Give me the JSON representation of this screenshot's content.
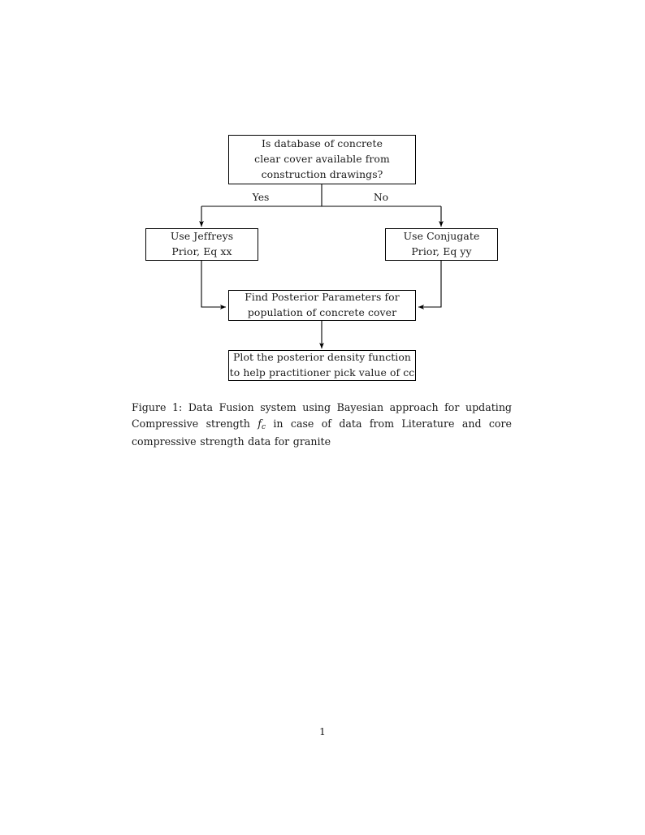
{
  "document": {
    "page_number": "1",
    "background_color": "#ffffff",
    "text_color": "#1a1a1a",
    "line_color": "#000000"
  },
  "figure": {
    "type": "flowchart",
    "nodes": [
      {
        "id": "question",
        "shape": "rectangle",
        "lines": [
          "Is database of concrete",
          "clear cover available from",
          "construction drawings?"
        ]
      },
      {
        "id": "jeffreys",
        "shape": "rectangle",
        "lines": [
          "Use Jeffreys",
          "Prior, Eq xx"
        ]
      },
      {
        "id": "conjugate",
        "shape": "rectangle",
        "lines": [
          "Use Conjugate",
          "Prior, Eq yy"
        ]
      },
      {
        "id": "posterior",
        "shape": "rectangle",
        "lines": [
          "Find Posterior Parameters for",
          "population of concrete cover"
        ]
      },
      {
        "id": "plot",
        "shape": "rectangle",
        "lines": [
          "Plot the posterior density function",
          "to help practitioner pick value of cc"
        ]
      }
    ],
    "edges": [
      {
        "from": "question",
        "to": "jeffreys",
        "label": "Yes"
      },
      {
        "from": "question",
        "to": "conjugate",
        "label": "No"
      },
      {
        "from": "jeffreys",
        "to": "posterior",
        "label": ""
      },
      {
        "from": "conjugate",
        "to": "posterior",
        "label": ""
      },
      {
        "from": "posterior",
        "to": "plot",
        "label": ""
      }
    ],
    "edge_labels": {
      "yes": "Yes",
      "no": "No"
    }
  },
  "caption": {
    "label": "Figure 1:",
    "text_before_math": " Data Fusion system using Bayesian approach for updating Compressive strength ",
    "math_base": "f",
    "math_subscript": "c",
    "text_after_math": " in case of data from Literature and core compressive strength data for granite",
    "full_text": "Figure 1: Data Fusion system using Bayesian approach for updating Compressive strength fc in case of data from Literature and core compressive strength data for granite"
  }
}
